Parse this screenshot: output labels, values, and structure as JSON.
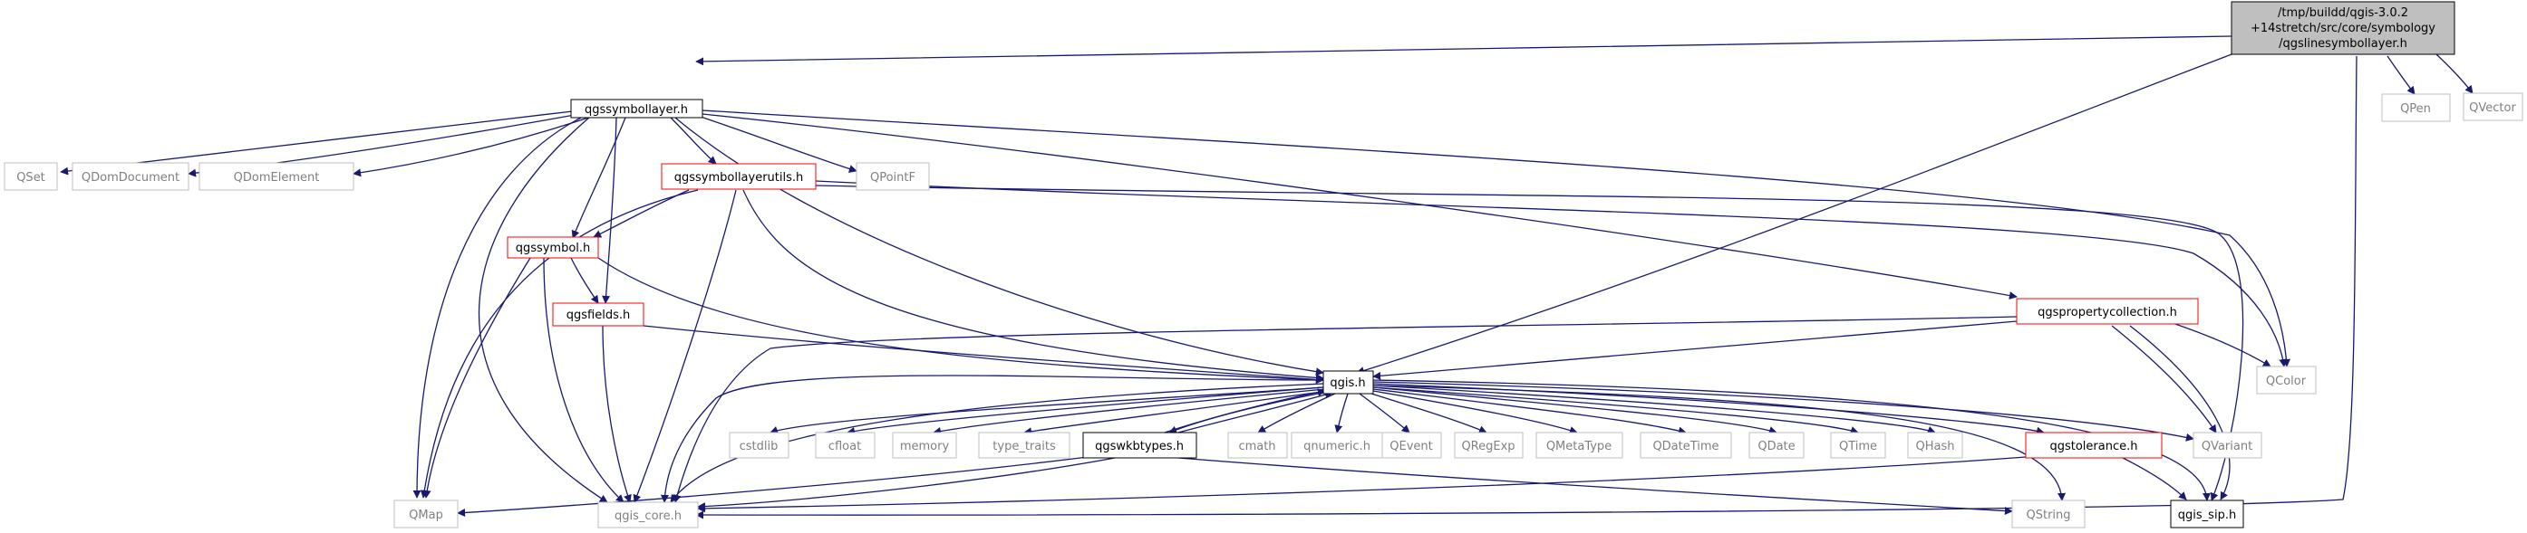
{
  "colors": {
    "edge": "#191970",
    "edge_light": "#bfbfbf",
    "root_fill": "#bfbfbf",
    "border_black": "#000000",
    "border_red": "#ff0000",
    "border_gray": "#bfbfbf",
    "text_black": "#000000",
    "text_gray": "#808080"
  },
  "nodes": {
    "root": {
      "line1": "/tmp/buildd/qgis-3.0.2",
      "line2": "+14stretch/src/core/symbology",
      "line3": "/qgslinesymbollayer.h"
    },
    "qgssymbollayer": "qgssymbollayer.h",
    "qpen": "QPen",
    "qvector": "QVector",
    "qset": "QSet",
    "qdomdocument": "QDomDocument",
    "qdomelement": "QDomElement",
    "qgssymbollayerutils": "qgssymbollayerutils.h",
    "qpointf": "QPointF",
    "qgssymbol": "qgssymbol.h",
    "qgsfields": "qgsfields.h",
    "qgspropertycollection": "qgspropertycollection.h",
    "qcolor": "QColor",
    "qgis": "qgis.h",
    "cstdlib": "cstdlib",
    "cfloat": "cfloat",
    "memory": "memory",
    "type_traits": "type_traits",
    "qgswkbtypes": "qgswkbtypes.h",
    "cmath": "cmath",
    "qnumeric": "qnumeric.h",
    "qevent": "QEvent",
    "qregexp": "QRegExp",
    "qmetatype": "QMetaType",
    "qdatetime": "QDateTime",
    "qdate": "QDate",
    "qtime": "QTime",
    "qhash": "QHash",
    "qgstolerance": "qgstolerance.h",
    "qvariant": "QVariant",
    "qmap": "QMap",
    "qgis_core": "qgis_core.h",
    "qstring": "QString",
    "qgis_sip": "qgis_sip.h"
  }
}
